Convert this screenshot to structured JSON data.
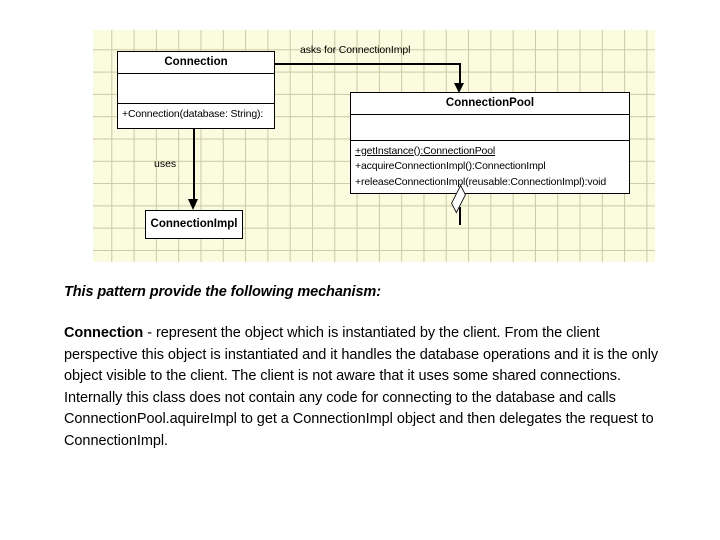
{
  "diagram": {
    "classes": [
      {
        "name": "Connection",
        "attributes": [],
        "operations": [
          {
            "text": "+Connection(database: String):",
            "static": false
          }
        ]
      },
      {
        "name": "ConnectionPool",
        "attributes": [],
        "operations": [
          {
            "text": "+getInstance():ConnectionPool",
            "static": true
          },
          {
            "text": "+acquireConnectionImpl():ConnectionImpl",
            "static": false
          },
          {
            "text": "+releaseConnectionImpl(reusable:ConnectionImpl):void",
            "static": false
          }
        ]
      },
      {
        "name": "ConnectionImpl",
        "attributes": [],
        "operations": []
      }
    ],
    "relations": [
      {
        "label": "asks for ConnectionImpl",
        "from": "Connection",
        "to": "ConnectionPool",
        "kind": "directed-association"
      },
      {
        "label": "uses",
        "from": "Connection",
        "to": "ConnectionImpl",
        "kind": "directed-association"
      },
      {
        "label": "",
        "from": "ConnectionPool",
        "to": "ConnectionImpl",
        "kind": "aggregation"
      }
    ],
    "colors": {
      "canvas_background": "#fbfbdf",
      "grid_line": "#c9c9a6",
      "box_fill": "#ffffff",
      "box_border": "#000000"
    }
  },
  "prose": {
    "heading": "This pattern provide the following mechanism:",
    "term": "Connection",
    "body": " - represent the object which is instantiated by the client. From the client perspective this object is instantiated and it handles the database operations and it is the only object visible to the client. The client is not aware that it uses  some shared connections. Internally this class does not contain any code for connecting to the database and calls ConnectionPool.aquireImpl to get a ConnectionImpl object and then delegates the request to ConnectionImpl."
  }
}
